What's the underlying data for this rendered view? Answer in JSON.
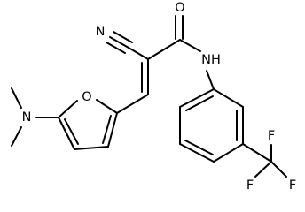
{
  "molecule": {
    "atoms": {
      "oxygen_carbonyl": "O",
      "nitrogen_nitrile": "N",
      "amide_nh": "NH",
      "oxygen_furan": "O",
      "nitrogen_amine": "N",
      "fluorine_top": "F",
      "fluorine_left": "F",
      "fluorine_right": "F"
    }
  }
}
